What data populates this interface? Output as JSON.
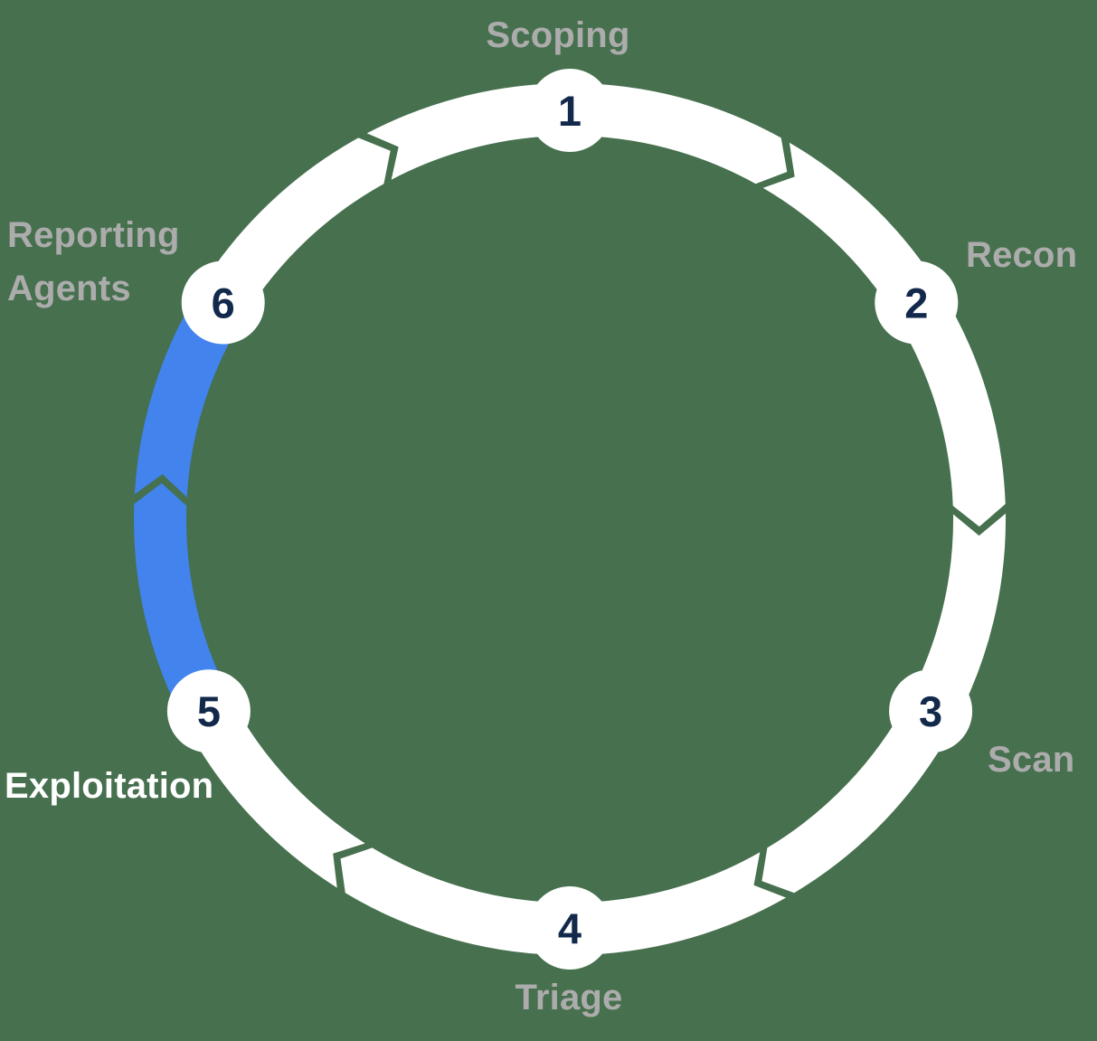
{
  "diagram": {
    "type": "cycle-diagram",
    "direction": "clockwise",
    "stages": [
      {
        "number": "1",
        "label": "Scoping",
        "label_lines": [
          "Scoping"
        ],
        "label_style": "muted"
      },
      {
        "number": "2",
        "label": "Recon",
        "label_lines": [
          "Recon"
        ],
        "label_style": "muted"
      },
      {
        "number": "3",
        "label": "Scan",
        "label_lines": [
          "Scan"
        ],
        "label_style": "muted"
      },
      {
        "number": "4",
        "label": "Triage",
        "label_lines": [
          "Triage"
        ],
        "label_style": "muted"
      },
      {
        "number": "5",
        "label": "Exploitation",
        "label_lines": [
          "Exploitation"
        ],
        "label_style": "highlight"
      },
      {
        "number": "6",
        "label": "Reporting Agents",
        "label_lines": [
          "Reporting",
          "Agents"
        ],
        "label_style": "muted"
      }
    ],
    "highlighted_segment": {
      "from": "5",
      "to": "6",
      "color": "#4283EE"
    }
  },
  "colors": {
    "background": "#46704E",
    "ring": "#FFFFFF",
    "node_fill": "#FFFFFF",
    "highlight_blue": "#4283EE",
    "number_navy": "#12294B",
    "label_muted": "#ACACAC",
    "label_highlight": "#FFFFFF"
  }
}
